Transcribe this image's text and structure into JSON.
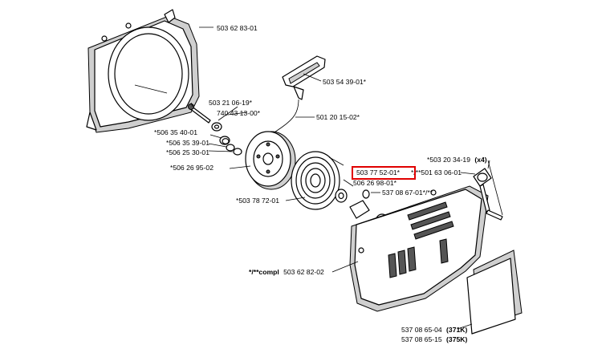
{
  "labels": {
    "housing_top": "503 62 83-01",
    "handle": "503 54 39-01*",
    "screw_1": "503 21 06-19*",
    "washer_1": "740 43 13-00*",
    "rope": "501 20 15-02*",
    "spring_1": "*506 35 40-01",
    "washer_2": "*506 35 39-01",
    "washer_3": "*506 25 30-01",
    "pulley": "*506 26 95-02",
    "screw_x4": "*503 20 34-19",
    "screw_x4_qty": "(x4)",
    "eyelet": "*/**501 63 06-01",
    "spring_cassette": "503 77 52-01*",
    "bushing": "506 26 98-01*",
    "recoil_spring": "*503 78 72-01",
    "bolt": "537 08 67-01*/**",
    "cover_prefix": "*/**compl",
    "cover": "503 62 82-02",
    "plate_371_num": "537 08 65-04",
    "plate_371_model": "(371K)",
    "plate_375_num": "537 08 65-15",
    "plate_375_model": "(375K)"
  },
  "highlighted_part": "503 77 52-01*",
  "colors": {
    "highlight": "#e00000",
    "line": "#000000",
    "part_shade": "#cfcfcf"
  }
}
